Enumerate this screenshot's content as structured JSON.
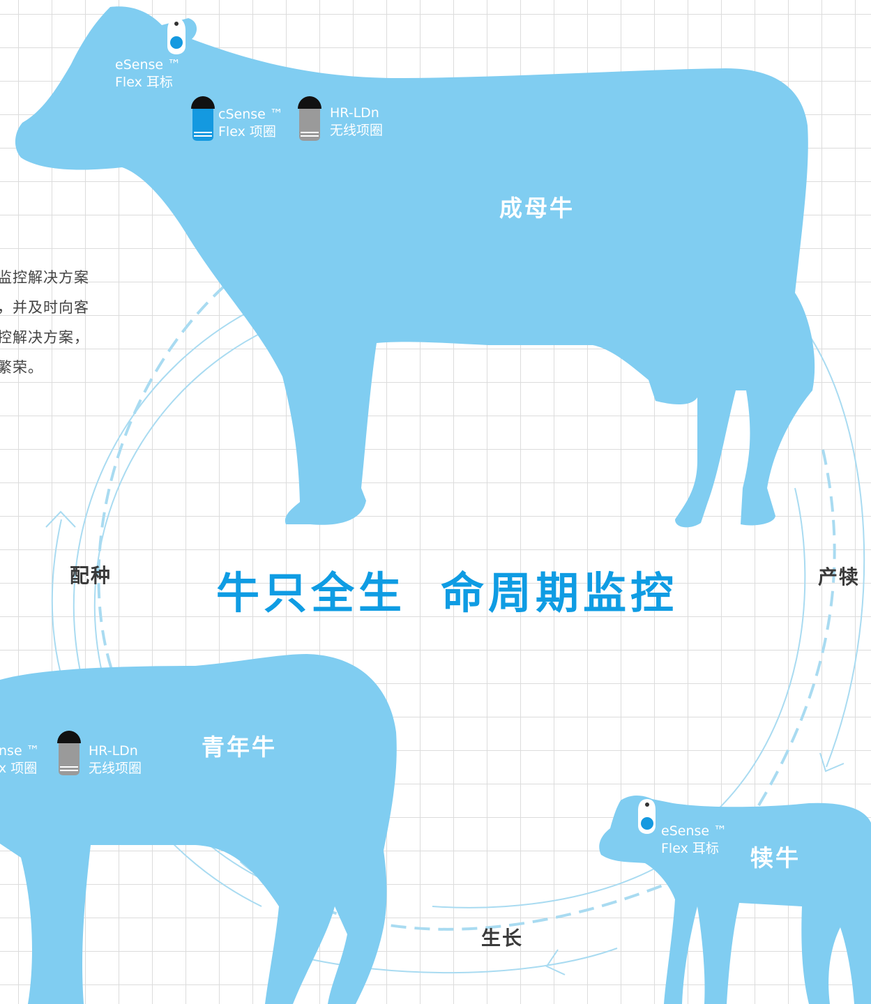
{
  "colors": {
    "cow_fill": "#80cdf1",
    "title_blue": "#0f9ce3",
    "cycle_line": "#a9dbf1",
    "grid": "#dcdcdc",
    "collar_blue": "#1499e0",
    "collar_gray": "#9a9a9a",
    "collar_cap": "#111111"
  },
  "title": {
    "part1": "牛只全生",
    "part2": "命周期监控"
  },
  "intro": {
    "lines": [
      "监控解决方案",
      "，并及时向客",
      "控解决方案，",
      "繁荣。"
    ]
  },
  "cycle": {
    "breeding": "配种",
    "calving": "产犊",
    "growth": "生长"
  },
  "stages": {
    "adult_cow": {
      "name": "成母牛",
      "ear_tag": {
        "line1": "eSense ™",
        "line2": "Flex 耳标",
        "icon": "ear-tag-icon"
      },
      "csense_collar": {
        "line1": "cSense ™",
        "line2": "Flex 项圈",
        "icon": "blue-collar-icon"
      },
      "hr_collar": {
        "line1": "HR-LDn",
        "line2": "无线项圈",
        "icon": "gray-collar-icon"
      }
    },
    "heifer": {
      "name": "青年牛",
      "csense_collar": {
        "line1": "nse ™",
        "line2": "x 项圈"
      },
      "hr_collar": {
        "line1": "HR-LDn",
        "line2": "无线项圈",
        "icon": "gray-collar-icon"
      }
    },
    "calf": {
      "name": "犊牛",
      "ear_tag": {
        "line1": "eSense ™",
        "line2": "Flex 耳标",
        "icon": "ear-tag-icon"
      }
    }
  }
}
